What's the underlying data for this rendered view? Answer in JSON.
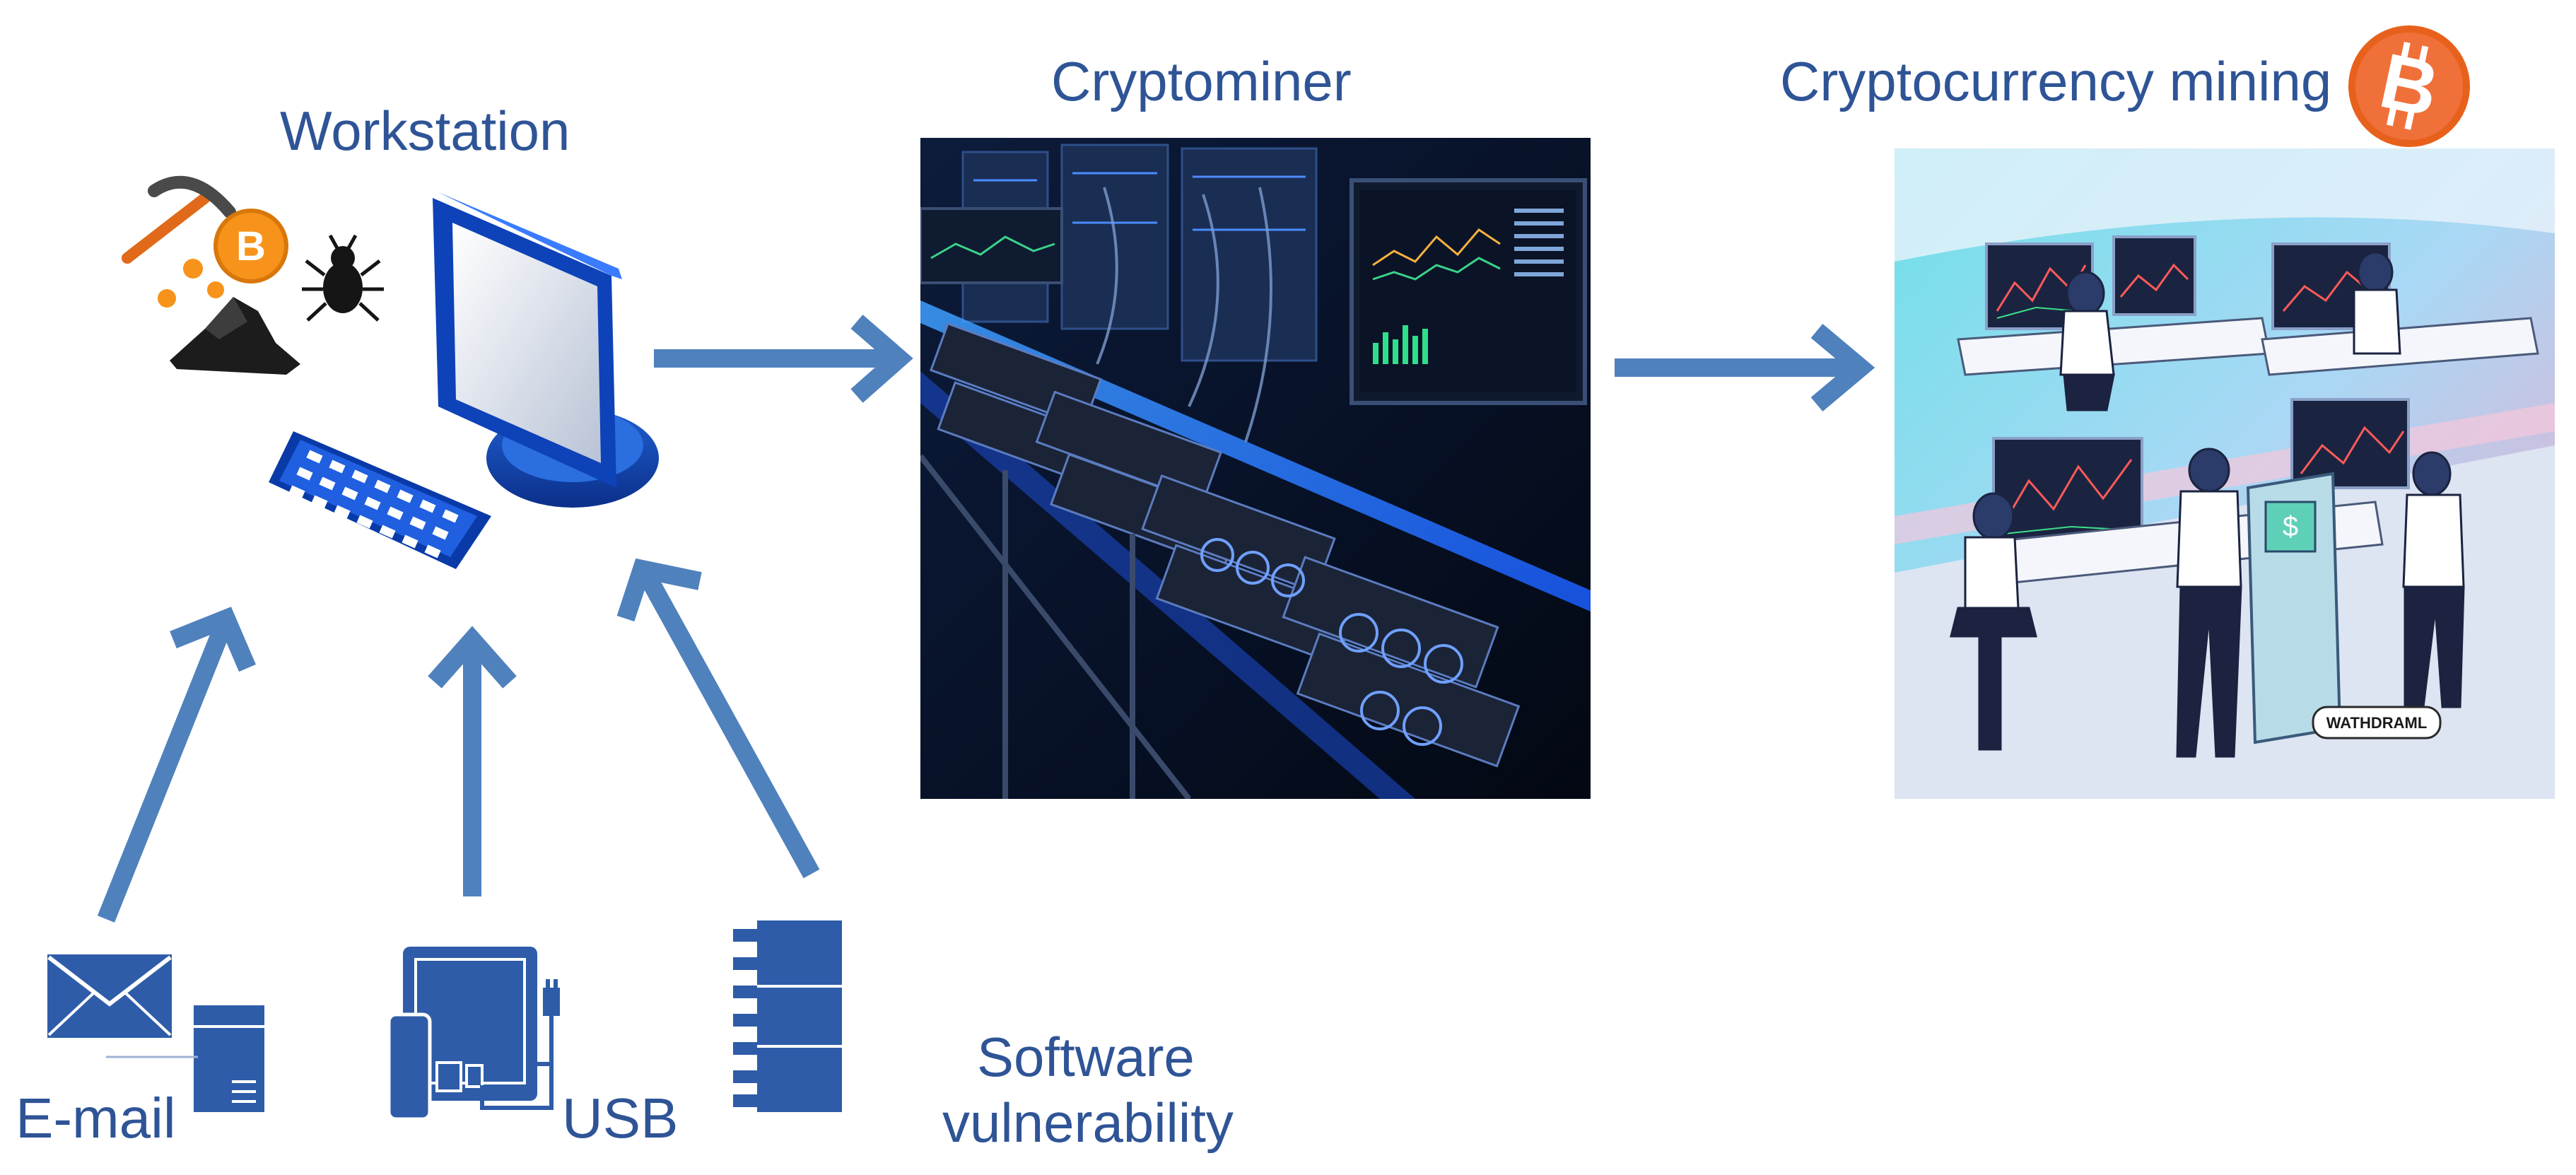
{
  "labels": {
    "workstation": "Workstation",
    "cryptominer": "Cryptominer",
    "cryptocurrency_mining": "Cryptocurrency mining",
    "email": "E-mail",
    "usb": "USB",
    "software_line1": "Software",
    "software_line2": "vulnerability"
  },
  "illustration_text": {
    "withdrawal_sign": "WATHDRAML"
  },
  "icons": {
    "bitcoin_badge": "bitcoin-icon",
    "pickaxe": "pickaxe-icon",
    "bug": "bug-icon",
    "coal": "coal-ore-icon",
    "monitor": "monitor-icon",
    "keyboard": "keyboard-icon",
    "envelope": "envelope-icon",
    "server": "server-tower-icon",
    "usb_drive": "usb-drive-icon",
    "software_block": "software-module-icon"
  },
  "colors": {
    "label_blue": "#2f5496",
    "arrow_blue": "#4f81bd",
    "icon_blue": "#2e5ca8",
    "bitcoin_orange": "#f7931a"
  }
}
